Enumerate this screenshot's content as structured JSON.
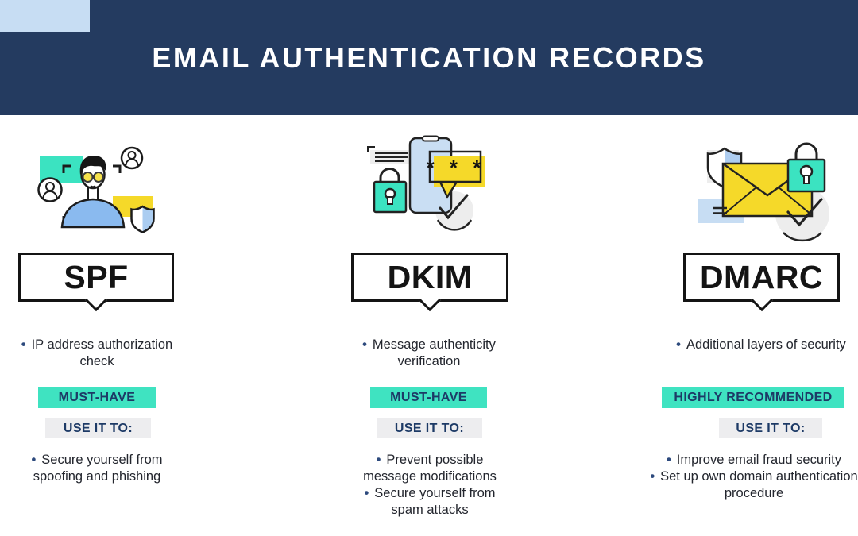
{
  "header": {
    "title": "EMAIL AUTHENTICATION RECORDS"
  },
  "columns": [
    {
      "id": "spf",
      "label": "SPF",
      "description": [
        "IP address authorization check"
      ],
      "badge": "MUST-HAVE",
      "use_label": "USE IT TO:",
      "uses": [
        "Secure yourself from spoofing and phishing"
      ],
      "illustration": "face-scan-identity-illustration"
    },
    {
      "id": "dkim",
      "label": "DKIM",
      "description": [
        "Message authenticity verification"
      ],
      "badge": "MUST-HAVE",
      "use_label": "USE IT TO:",
      "uses": [
        "Prevent possible message modifications",
        "Secure yourself from spam attacks"
      ],
      "illustration": "phone-password-lock-illustration",
      "illustration_text": "* * *"
    },
    {
      "id": "dmarc",
      "label": "DMARC",
      "description": [
        "Additional layers of security"
      ],
      "badge": "HIGHLY RECOMMENDED",
      "use_label": "USE IT TO:",
      "uses": [
        "Improve email fraud security",
        "Set up own domain authentication procedure"
      ],
      "illustration": "email-shield-lock-illustration"
    }
  ],
  "colors": {
    "header_navy": "#243b60",
    "badge_teal": "#3fe3c1",
    "badge_text_navy": "#1d3a66",
    "light_blue": "#c7ddf3",
    "accent_yellow": "#f5d929",
    "gray_tag": "#ededef",
    "body_text": "#23262e",
    "bullet_navy": "#2d4a7d",
    "outline_black": "#141414"
  }
}
